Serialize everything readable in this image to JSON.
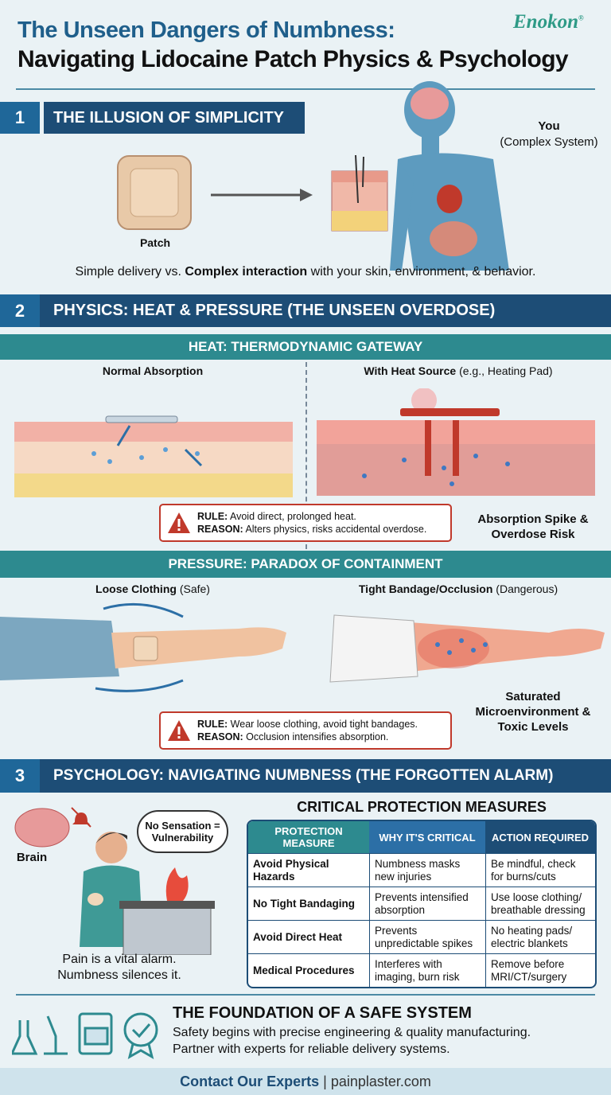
{
  "header": {
    "title_line1": "The Unseen Dangers of Numbness:",
    "title_line2": "Navigating Lidocaine Patch Physics & Psychology",
    "brand": "Enokon",
    "brand_mark": "®"
  },
  "section1": {
    "number": "1",
    "title": "THE ILLUSION OF SIMPLICITY",
    "patch_label": "Patch",
    "you_label": "You",
    "you_sublabel": "(Complex System)",
    "caption_pre": "Simple delivery vs. ",
    "caption_bold": "Complex interaction",
    "caption_post": " with your skin, environment, & behavior."
  },
  "section2": {
    "number": "2",
    "title": "PHYSICS: HEAT & PRESSURE (THE UNSEEN OVERDOSE)",
    "heat": {
      "bar": "HEAT: THERMODYNAMIC GATEWAY",
      "left_label": "Normal Absorption",
      "right_label_bold": "With Heat Source",
      "right_label_rest": " (e.g., Heating Pad)",
      "rule_label": "RULE:",
      "rule_text": " Avoid direct, prolonged heat.",
      "reason_label": "REASON:",
      "reason_text": " Alters physics, risks accidental overdose.",
      "callout": "Absorption Spike & Overdose Risk"
    },
    "pressure": {
      "bar": "PRESSURE: PARADOX OF CONTAINMENT",
      "left_label_bold": "Loose Clothing",
      "left_label_rest": " (Safe)",
      "right_label_bold": "Tight Bandage/Occlusion",
      "right_label_rest": " (Dangerous)",
      "rule_label": "RULE:",
      "rule_text": " Wear loose clothing, avoid tight bandages.",
      "reason_label": "REASON:",
      "reason_text": " Occlusion intensifies absorption.",
      "callout": "Saturated Microenvironment & Toxic Levels"
    }
  },
  "section3": {
    "number": "3",
    "title": "PSYCHOLOGY: NAVIGATING NUMBNESS (THE FORGOTTEN ALARM)",
    "brain_label": "Brain",
    "thought": "No Sensation = Vulnerability",
    "caption_line1": "Pain is a vital alarm.",
    "caption_line2": "Numbness silences it.",
    "table": {
      "title": "CRITICAL PROTECTION MEASURES",
      "headers": [
        "PROTECTION MEASURE",
        "WHY IT'S CRITICAL",
        "ACTION REQUIRED"
      ],
      "header_colors": [
        "#2d8a8f",
        "#2c6fa6",
        "#1d4d76"
      ],
      "rows": [
        [
          "Avoid Physical Hazards",
          "Numbness masks new injuries",
          "Be mindful, check for burns/cuts"
        ],
        [
          "No Tight Bandaging",
          "Prevents intensified absorption",
          "Use loose clothing/ breathable dressing"
        ],
        [
          "Avoid Direct Heat",
          "Prevents unpredictable spikes",
          "No heating pads/ electric blankets"
        ],
        [
          "Medical Procedures",
          "Interferes with imaging, burn risk",
          "Remove before MRI/CT/surgery"
        ]
      ]
    }
  },
  "footer": {
    "title": "THE FOUNDATION OF A SAFE SYSTEM",
    "line1": "Safety begins with precise engineering & quality manufacturing.",
    "line2": "Partner with experts for reliable delivery systems.",
    "contact_label": "Contact Our Experts",
    "separator": " | ",
    "contact_site": "painplaster.com"
  },
  "colors": {
    "navy": "#1d4d76",
    "teal": "#2d8a8f",
    "warning": "#c0392b",
    "brand": "#2e9a86"
  }
}
